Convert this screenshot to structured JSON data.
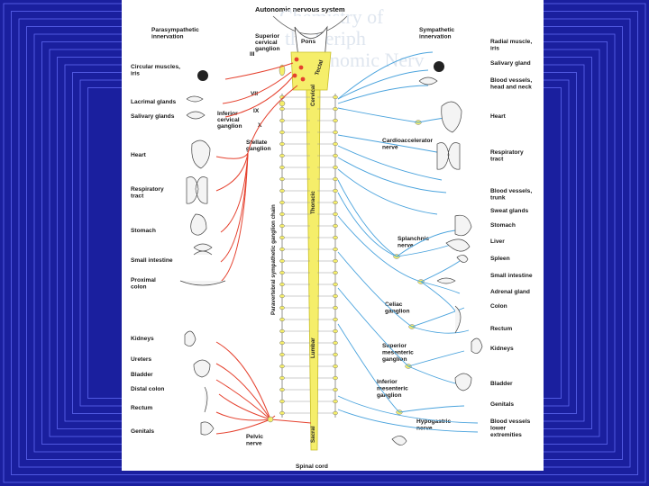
{
  "title": "Autonomic nervous system",
  "colors": {
    "background": "#1a1f9e",
    "frame_line": "#6b74ff",
    "parasympathetic": "#e5412e",
    "sympathetic": "#4aa3dd",
    "cord": "#f5ee6a",
    "cord_stroke": "#c9bf2a"
  },
  "headers": {
    "parasympathetic": [
      "Parasympathetic",
      "innervation"
    ],
    "sympathetic": [
      "Sympathetic",
      "innervation"
    ]
  },
  "cranial_labels": [
    "III",
    "VII",
    "IX",
    "X"
  ],
  "cranial_ganglia": {
    "superior": [
      "Superior",
      "cervical",
      "ganglion"
    ],
    "inferior": [
      "Inferior",
      "cervical",
      "ganglion"
    ],
    "stellate": [
      "Stellate",
      "ganglion"
    ]
  },
  "regions": {
    "pons": "Pons",
    "tectal": "Tectal",
    "cervical": "Cervical",
    "thoracic": "Thoracic",
    "lumbar": "Lumbar",
    "sacral": "Sacral",
    "spinal_cord": "Spinal cord",
    "chain": "Paravertebral sympathetic ganglion chain"
  },
  "left_organs": [
    {
      "lines": [
        "Circular muscles,",
        "iris"
      ]
    },
    {
      "lines": [
        "Lacrimal glands"
      ]
    },
    {
      "lines": [
        "Salivary glands"
      ]
    },
    {
      "lines": [
        "Heart"
      ]
    },
    {
      "lines": [
        "Respiratory",
        "tract"
      ]
    },
    {
      "lines": [
        "Stomach"
      ]
    },
    {
      "lines": [
        "Small intestine"
      ]
    },
    {
      "lines": [
        "Proximal",
        "colon"
      ]
    },
    {
      "lines": [
        "Kidneys"
      ]
    },
    {
      "lines": [
        "Ureters"
      ]
    },
    {
      "lines": [
        "Bladder"
      ]
    },
    {
      "lines": [
        "Distal colon"
      ]
    },
    {
      "lines": [
        "Rectum"
      ]
    },
    {
      "lines": [
        "Genitals"
      ]
    }
  ],
  "right_organs": [
    {
      "lines": [
        "Radial muscle,",
        "iris"
      ]
    },
    {
      "lines": [
        "Salivary gland"
      ]
    },
    {
      "lines": [
        "Blood vessels,",
        "head and neck"
      ]
    },
    {
      "lines": [
        "Heart"
      ]
    },
    {
      "lines": [
        "Respiratory",
        "tract"
      ]
    },
    {
      "lines": [
        "Blood vessels,",
        "trunk"
      ]
    },
    {
      "lines": [
        "Sweat glands"
      ]
    },
    {
      "lines": [
        "Stomach"
      ]
    },
    {
      "lines": [
        "Liver"
      ]
    },
    {
      "lines": [
        "Spleen"
      ]
    },
    {
      "lines": [
        "Small intestine"
      ]
    },
    {
      "lines": [
        "Adrenal gland"
      ]
    },
    {
      "lines": [
        "Colon"
      ]
    },
    {
      "lines": [
        "Rectum"
      ]
    },
    {
      "lines": [
        "Kidneys"
      ]
    },
    {
      "lines": [
        "Bladder"
      ]
    },
    {
      "lines": [
        "Genitals"
      ]
    },
    {
      "lines": [
        "Blood vessels",
        "lower",
        "extremities"
      ]
    }
  ],
  "sympathetic_nerves": [
    {
      "key": "cardio",
      "lines": [
        "Cardioaccelerator",
        "nerve"
      ]
    },
    {
      "key": "splanchnic",
      "lines": [
        "Splanchnic",
        "nerve"
      ]
    },
    {
      "key": "celiac",
      "lines": [
        "Celiac",
        "ganglion"
      ]
    },
    {
      "key": "sup_mes",
      "lines": [
        "Superior",
        "mesenteric",
        "ganglion"
      ]
    },
    {
      "key": "inf_mes",
      "lines": [
        "Inferior",
        "mesenteric",
        "ganglion"
      ]
    },
    {
      "key": "hypogastric",
      "lines": [
        "Hypogastric",
        "nerve"
      ]
    }
  ],
  "pelvic_nerve": [
    "Pelvic",
    "nerve"
  ]
}
